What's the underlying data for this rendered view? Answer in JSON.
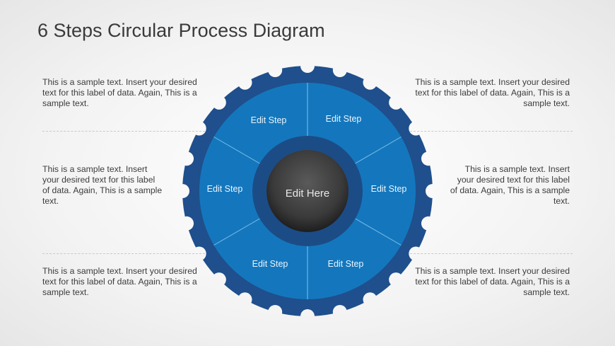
{
  "title": "6 Steps Circular Process Diagram",
  "center_label": "Edit Here",
  "steps": [
    "Edit Step",
    "Edit Step",
    "Edit Step",
    "Edit Step",
    "Edit Step",
    "Edit Step"
  ],
  "descriptions": {
    "left_top": "This is a sample text. Insert your desired text for this label of data. Again, This is a sample text.",
    "left_middle": "This is a sample text. Insert your desired text for this label of data. Again, This is a sample text.",
    "left_bottom": "This is a sample text. Insert your desired text for this label of data. Again, This is a sample text.",
    "right_top": "This is a sample text. Insert your desired text for this label of data. Again, This is a sample text.",
    "right_middle": "This is a sample text. Insert your desired text for this label of data. Again, This is a sample text.",
    "right_bottom": "This is a sample text. Insert your desired text for this label of data. Again, This is a sample text."
  },
  "colors": {
    "gear": "#1f4f8c",
    "segments": "#1477bd",
    "inner_ring": "#1c4c86",
    "hub": "#3a3a3a"
  }
}
